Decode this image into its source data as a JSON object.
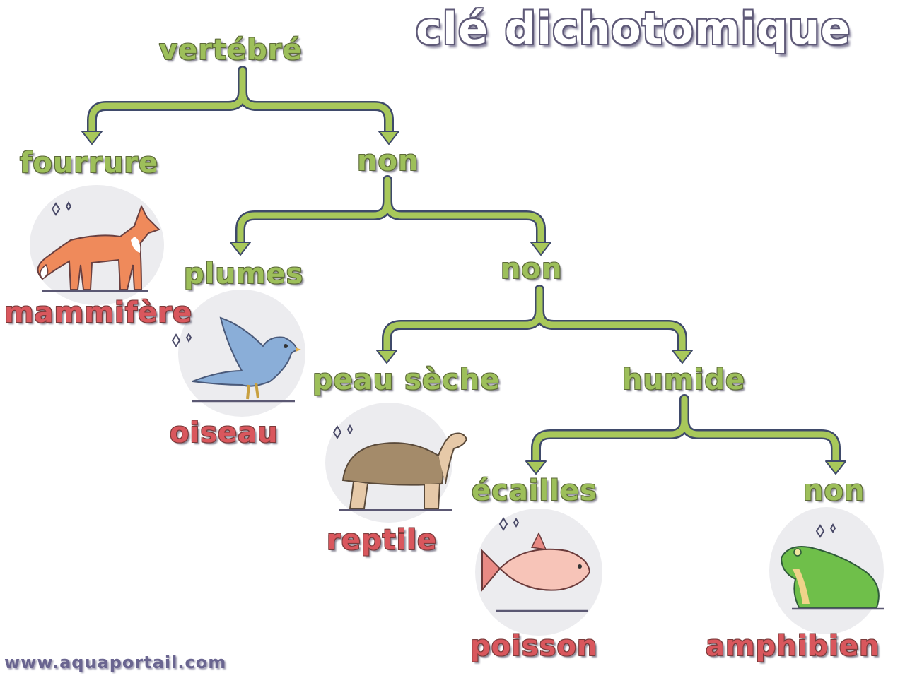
{
  "title": "clé dichotomique",
  "watermark": "www.aquaportail.com",
  "colors": {
    "question_green": "#9dbf5a",
    "answer_red": "#d9575d",
    "title_outline": "#5f5a78",
    "arrow_fill": "#a8c85a",
    "arrow_outline": "#3f4a6a"
  },
  "tree": {
    "root": "vertébré",
    "level1": {
      "yes": "fourrure",
      "no": "non"
    },
    "level2": {
      "yes": "plumes",
      "no": "non"
    },
    "level3": {
      "yes": "peau sèche",
      "no": "humide"
    },
    "level4": {
      "yes": "écailles",
      "no": "non"
    }
  },
  "results": [
    {
      "label": "mammifère",
      "icon": "fox-icon",
      "criterion": "fourrure"
    },
    {
      "label": "oiseau",
      "icon": "bird-icon",
      "criterion": "plumes"
    },
    {
      "label": "reptile",
      "icon": "tortoise-icon",
      "criterion": "peau sèche"
    },
    {
      "label": "poisson",
      "icon": "fish-icon",
      "criterion": "écailles"
    },
    {
      "label": "amphibien",
      "icon": "frog-icon",
      "criterion": "non"
    }
  ]
}
